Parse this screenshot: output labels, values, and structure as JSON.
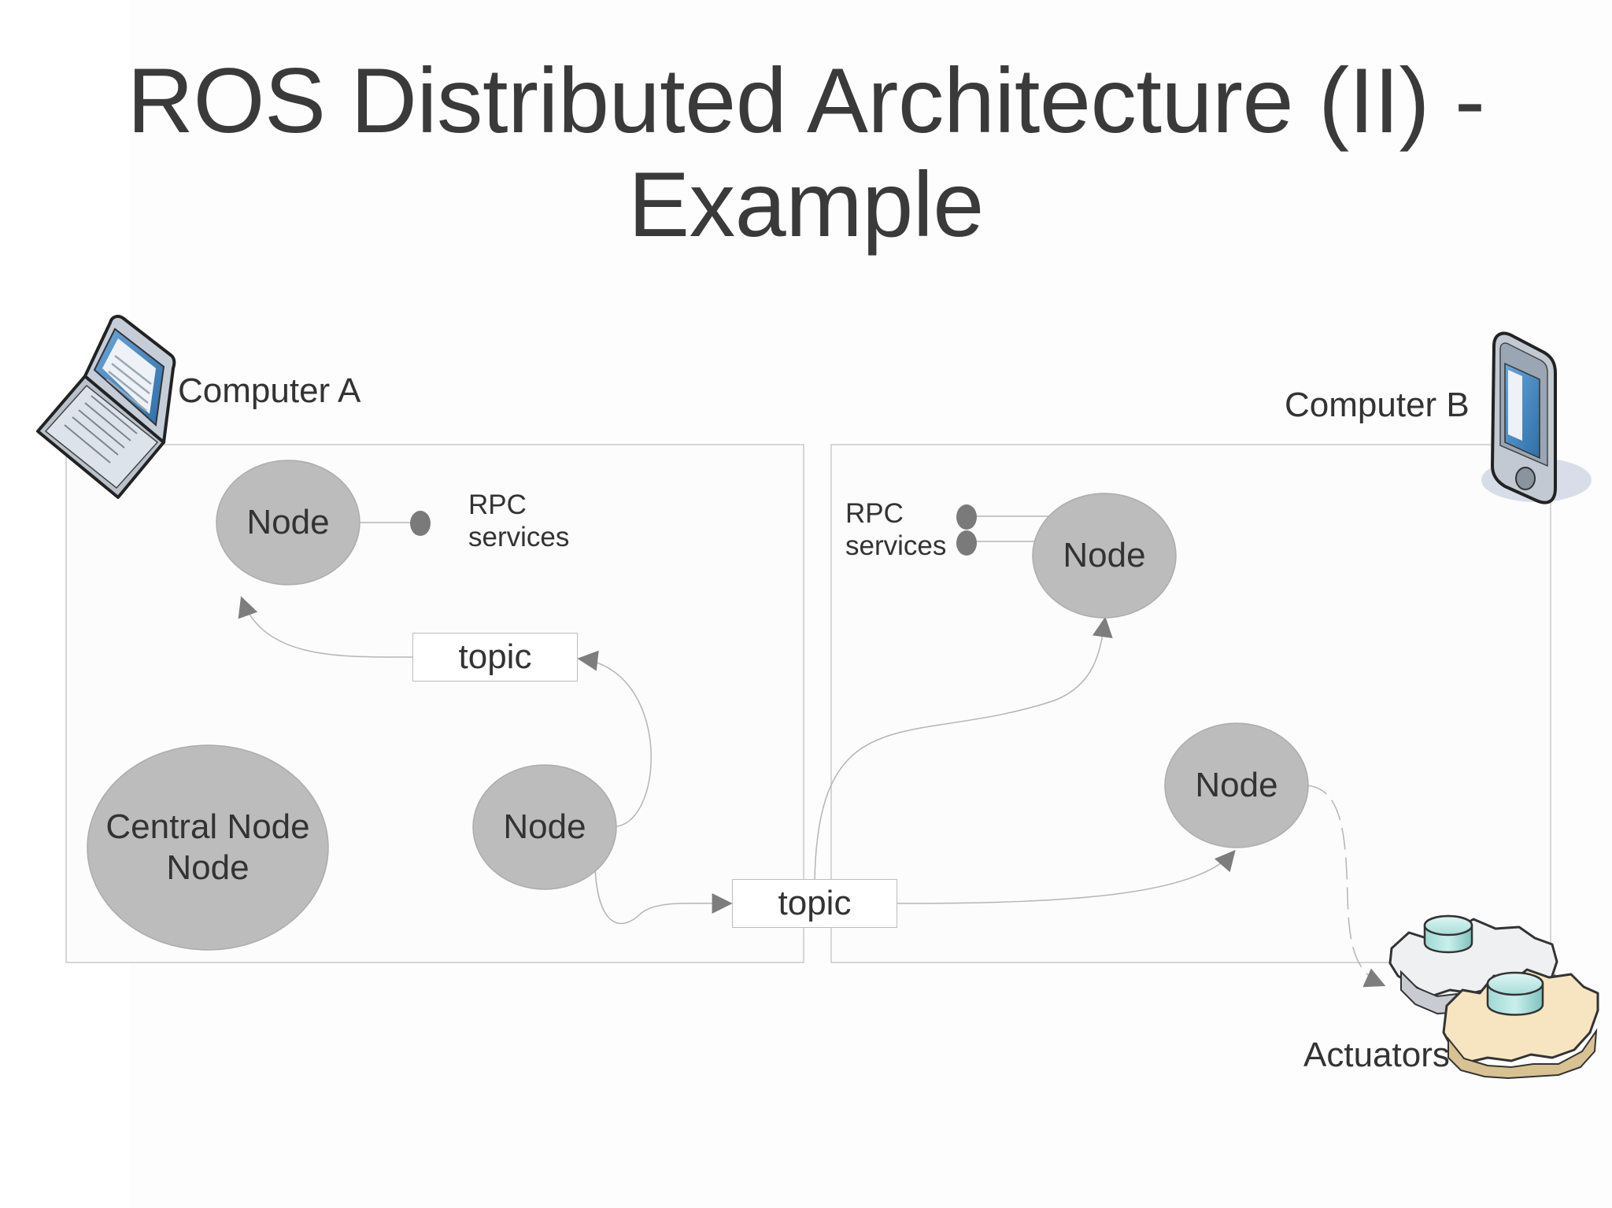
{
  "title": {
    "line1": "ROS Distributed Architecture (II) -",
    "line2": "Example"
  },
  "computer_a": {
    "label": "Computer A",
    "icon": "laptop-icon",
    "rpc_label_line1": "RPC",
    "rpc_label_line2": "services",
    "node_top": "Node",
    "topic": "topic",
    "central_line1": "Central Node",
    "central_line2": "Node",
    "node_bottom": "Node"
  },
  "computer_b": {
    "label": "Computer B",
    "icon": "pda-icon",
    "rpc_label_line1": "RPC",
    "rpc_label_line2": "services",
    "node_top": "Node",
    "node_bottom": "Node"
  },
  "shared_topic": "topic",
  "actuators": {
    "label": "Actuators",
    "icon": "gears-icon"
  },
  "colors": {
    "node_fill": "#bdbcbd",
    "node_stroke": "#a8a8a8",
    "connector": "#b5b5b5",
    "arrowhead": "#7d7d7d",
    "rpc_dot": "#7a7a7a",
    "text": "#333333"
  }
}
